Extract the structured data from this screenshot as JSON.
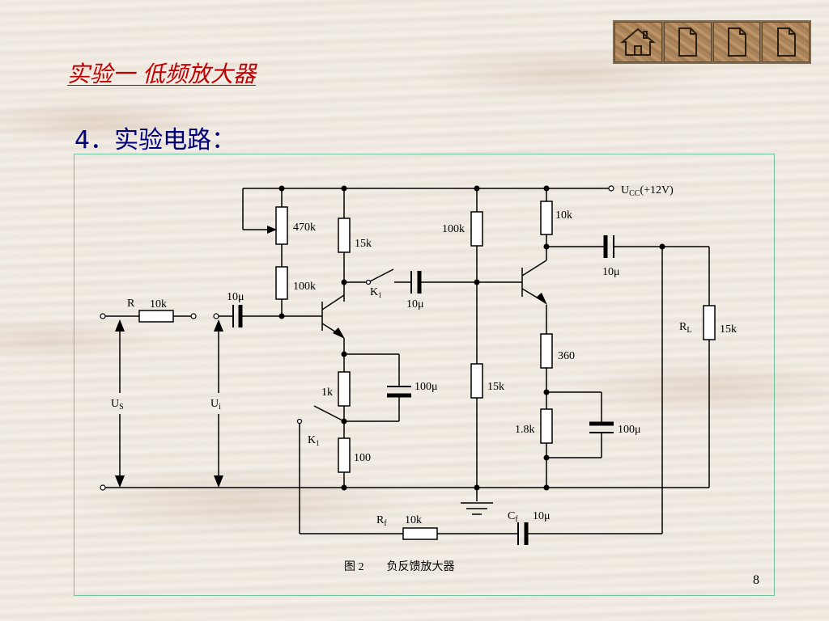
{
  "nav": {
    "buttons": [
      {
        "icon": "home-icon"
      },
      {
        "icon": "page-icon"
      },
      {
        "icon": "page-icon"
      },
      {
        "icon": "page-icon"
      }
    ]
  },
  "title": "实验一  低频放大器",
  "heading": "4．实验电路：",
  "circuit": {
    "supply": {
      "main": "U",
      "sub": "CC",
      "rest": "(+12V)"
    },
    "labels": {
      "r_470k": "470k",
      "r_15k_a": "15k",
      "r_100k_a": "100k",
      "r_100k_b": "100k",
      "r_10k_c": "10k",
      "cap_10u_out": "10μ",
      "k1_top": "K",
      "k1_sub": "1",
      "cap_10u_mid": "10μ",
      "cap_10u_in": "10μ",
      "r_R": "R",
      "r_10k_in": "10k",
      "r_1k": "1k",
      "cap_100u_a": "100μ",
      "r_15k_b": "15k",
      "r_360": "360",
      "r_1_8k": "1.8k",
      "cap_100u_b": "100μ",
      "r_100": "100",
      "k1_bot": "K",
      "k1_bot_sub": "1",
      "rl_main": "R",
      "rl_sub": "L",
      "rl_value": "15k",
      "us_main": "U",
      "us_sub": "S",
      "ui_main": "U",
      "ui_sub": "i",
      "rf_main": "R",
      "rf_sub": "f",
      "rf_value": "10k",
      "cf_main": "C",
      "cf_sub": "f",
      "cf_value": "10μ"
    },
    "caption": "图 2        负反馈放大器"
  },
  "page_number": "8",
  "colors": {
    "title": "#c00000",
    "heading": "#00007a",
    "frame": "#6ec4a0"
  }
}
